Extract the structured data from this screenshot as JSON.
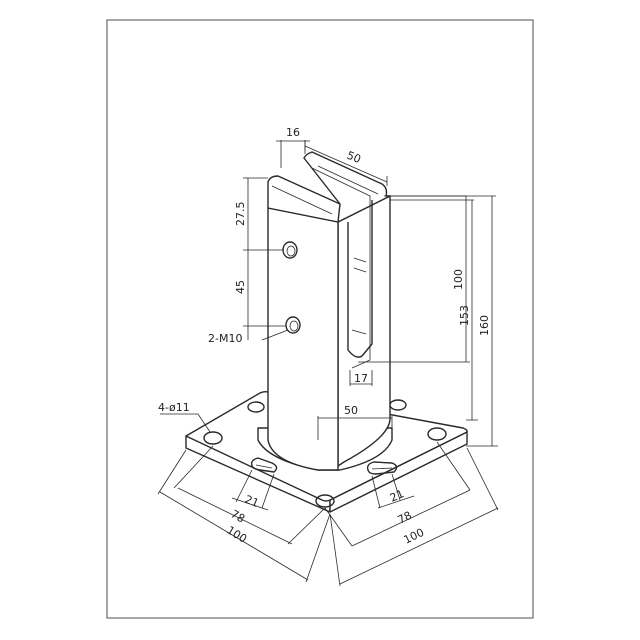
{
  "drawing": {
    "dimensions": {
      "slot_width": "16",
      "top_width": "50",
      "hole_offset_top": "27.5",
      "hole_spacing": "45",
      "thread": "2-M10",
      "slot_height": "100",
      "height_153": "153",
      "height_160": "160",
      "slot_depth": "17",
      "column_width": "50",
      "base_holes": "4-ø11",
      "slot_len_left": "21",
      "slot_len_right": "21",
      "hole_pitch_left": "78",
      "hole_pitch_right": "78",
      "base_left": "100",
      "base_right": "100"
    },
    "colors": {
      "line": "#2a2a2a",
      "frame": "#6a6a6a",
      "background": "#ffffff"
    }
  }
}
